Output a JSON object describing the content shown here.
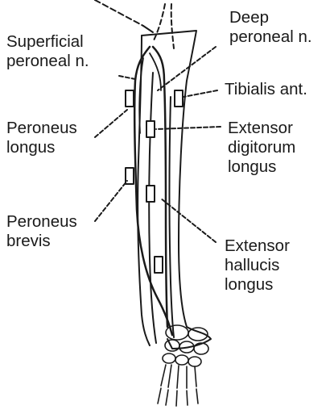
{
  "labels": {
    "superficial_peroneal": [
      "Superficial",
      "peroneal n."
    ],
    "deep_peroneal": [
      "Deep",
      "peroneal n."
    ],
    "tibialis_anterior": [
      "Tibialis ant."
    ],
    "peroneus_longus": [
      "Peroneus",
      "longus"
    ],
    "extensor_digitorum_longus": [
      "Extensor",
      "digitorum",
      "longus"
    ],
    "peroneus_brevis": [
      "Peroneus",
      "brevis"
    ],
    "extensor_hallucis_longus": [
      "Extensor",
      "hallucis",
      "longus"
    ]
  },
  "colors": {
    "ink": "#1a1a1a",
    "background": "#ffffff",
    "electrode_fill": "#ffffff"
  }
}
